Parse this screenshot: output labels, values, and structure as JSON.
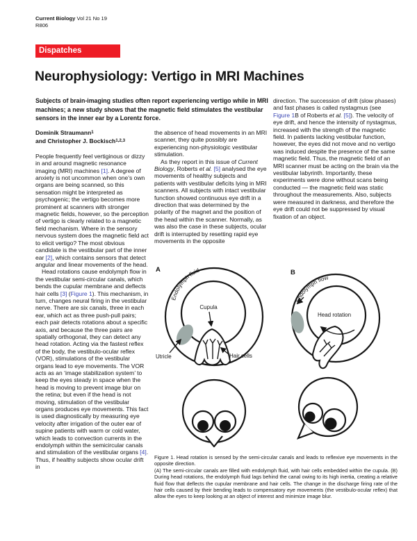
{
  "colors": {
    "accent_red": "#ee1c25",
    "link_blue": "#3a46b4",
    "utricle_gray": "#9daaa7"
  },
  "header": {
    "line1": [
      {
        "t": "Current Biology ",
        "s": "b"
      },
      {
        "t": "Vol 21 No 19"
      }
    ],
    "page_number": "R806",
    "section_label": "Dispatches"
  },
  "article": {
    "title": "Neurophysiology: Vertigo in MRI Machines",
    "abstract": "Subjects of brain-imaging studies often report experiencing vertigo while in MRI machines; a new study shows that the magnetic field stimulates the vestibular sensors in the inner ear by a Lorentz force.",
    "authors": {
      "line1": [
        {
          "t": "Dominik Straumann"
        },
        {
          "t": "1",
          "s": "sup"
        }
      ],
      "line2": [
        {
          "t": "and Christopher J. Bockisch"
        },
        {
          "t": "1,2,3",
          "s": "sup"
        }
      ]
    },
    "col1_p1": [
      {
        "t": "People frequently feel vertiginous or dizzy in and around magnetic resonance imaging (MRI) machines "
      },
      {
        "t": "[1]",
        "s": "link"
      },
      {
        "t": ". A degree of anxiety is not uncommon when one’s own organs are being scanned, so this sensation might be interpreted as psychogenic; the vertigo becomes more prominent at scanners with stronger magnetic fields, however, so the perception of vertigo is clearly related to a magnetic field mechanism. Where in the sensory nervous system does the magnetic field act to elicit vertigo? The most obvious candidate is the vestibular part of the inner ear "
      },
      {
        "t": "[2]",
        "s": "link"
      },
      {
        "t": ", which contains sensors that detect angular and linear movements of the head."
      }
    ],
    "col1_p2": [
      {
        "t": "Head rotations cause endolymph flow in the vestibular semi-circular canals, which bends the cupular membrane and deflects hair cells "
      },
      {
        "t": "[3]",
        "s": "link"
      },
      {
        "t": " ("
      },
      {
        "t": "Figure 1",
        "s": "link"
      },
      {
        "t": "). This mechanism, in turn, changes neural firing in the vestibular nerve. There are six canals, three in each ear, which act as three push-pull pairs; each pair detects rotations about a specific axis, and because the three pairs are spatially orthogonal, they can detect any head rotation. Acting via the fastest reflex of the body, the vestibulo-ocular reflex (VOR), stimulations of the vestibular organs lead to eye movements. The VOR acts as an ‘image stabilization system’ to keep the eyes steady in space when the head is moving to prevent image blur on the retina; but even if the head is not moving, stimulation of the vestibular organs produces eye movements. This fact is used diagnostically by measuring eye velocity after irrigation of the outer ear of supine patients with warm or cold water, which leads to convection currents in the endolymph within the semicircular canals and stimulation of the vestibular organs "
      },
      {
        "t": "[4]",
        "s": "link"
      },
      {
        "t": ". Thus, if healthy subjects show ocular drift in"
      }
    ],
    "col2_p1": [
      {
        "t": "the absence of head movements in an MRI scanner, they quite possibly are experiencing non-physiologic vestibular stimulation."
      }
    ],
    "col2_p2": [
      {
        "t": "As they report in this issue of "
      },
      {
        "t": "Current Biology",
        "s": "i"
      },
      {
        "t": ", Roberts "
      },
      {
        "t": "et al.",
        "s": "i"
      },
      {
        "t": " "
      },
      {
        "t": "[5]",
        "s": "link"
      },
      {
        "t": " analysed the eye movements of healthy subjects and patients with vestibular deficits lying in MRI scanners. All subjects with intact vestibular function showed continuous eye drift in a direction that was determined by the polarity of the magnet and the position of the head within the scanner. Normally, as was also the case in these subjects, ocular drift is interrupted by resetting rapid eye movements in the opposite"
      }
    ],
    "col3_p1": [
      {
        "t": "direction. The succession of drift (slow phases) and fast phases is called nystagmus (see "
      },
      {
        "t": "Figure 1",
        "s": "link"
      },
      {
        "t": "B of Roberts "
      },
      {
        "t": "et al.",
        "s": "i"
      },
      {
        "t": " "
      },
      {
        "t": "[5]",
        "s": "link"
      },
      {
        "t": "). The velocity of eye drift, and hence the intensity of nystagmus, increased with the strength of the magnetic field. In patients lacking vestibular function, however, the eyes did not move and no vertigo was induced despite the presence of the same magnetic field. Thus, the magnetic field of an MRI scanner must be acting on the brain via the vestibular labyrinth. Importantly, these experiments were done without scans being conducted — the magnetic field was static throughout the measurements. Also, subjects were measured in darkness, and therefore the eye drift could not be suppressed by visual fixation of an object."
      }
    ]
  },
  "figure": {
    "panel_a_label": "A",
    "panel_b_label": "B",
    "labels": {
      "endolymph_fluid": "Endolymph fluid",
      "cupula": "Cupula",
      "utricle": "Utricle",
      "hair_cells": "Hair cells",
      "endolymph_flow": "Endolymph flow",
      "head_rotation": "Head rotation"
    },
    "caption_title": "Figure 1. Head rotation is sensed by the semi-circular canals and leads to reflexive eye movements in the opposite direction.",
    "caption_body": "(A) The semi-circular canals are filled with endolymph fluid, with hair cells embedded within the cupula. (B) During head rotations, the endolymph fluid lags behind the canal owing to its high inertia, creating a relative fluid flow that deflects the cupular membrane and hair cells. The change in the discharge firing rate of the hair cells caused by their bending leads to compensatory eye movements (the vestibulo-ocular reflex) that allow the eyes to keep looking at an object of interest and minimize image blur."
  }
}
